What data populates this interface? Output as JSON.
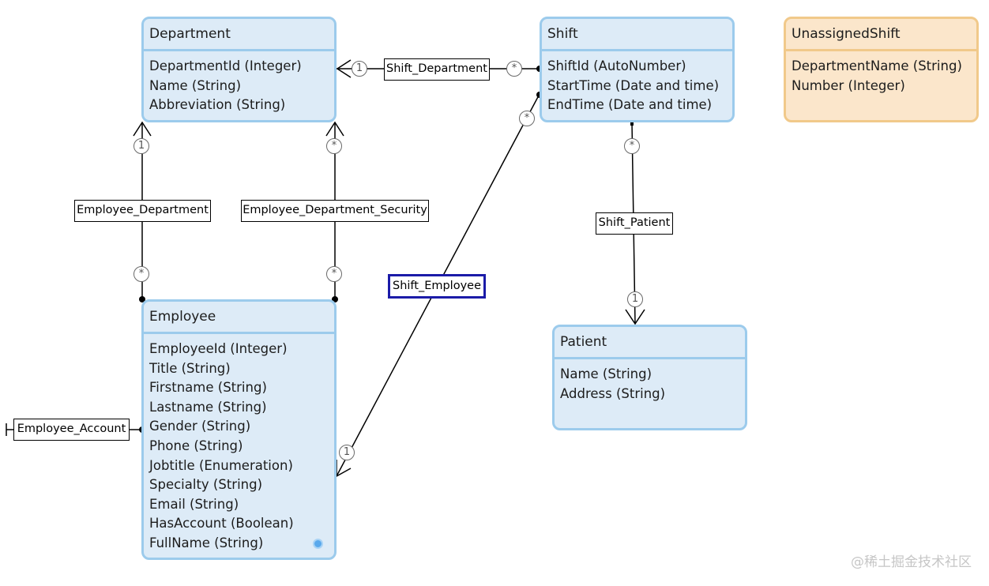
{
  "entities": {
    "department": {
      "title": "Department",
      "attributes": [
        "DepartmentId (Integer)",
        "Name (String)",
        "Abbreviation (String)"
      ]
    },
    "shift": {
      "title": "Shift",
      "attributes": [
        "ShiftId (AutoNumber)",
        "StartTime (Date and time)",
        "EndTime (Date and time)"
      ]
    },
    "unassigned_shift": {
      "title": "UnassignedShift",
      "attributes": [
        "DepartmentName (String)",
        "Number (Integer)"
      ]
    },
    "employee": {
      "title": "Employee",
      "attributes": [
        "EmployeeId (Integer)",
        "Title (String)",
        "Firstname (String)",
        "Lastname (String)",
        "Gender (String)",
        "Phone (String)",
        "Jobtitle (Enumeration)",
        "Specialty (String)",
        "Email (String)",
        "HasAccount (Boolean)",
        "FullName (String)"
      ]
    },
    "patient": {
      "title": "Patient",
      "attributes": [
        "Name (String)",
        "Address (String)"
      ]
    }
  },
  "associations": {
    "shift_department": {
      "name": "Shift_Department",
      "from_mult": "*",
      "to_mult": "1"
    },
    "employee_department": {
      "name": "Employee_Department",
      "from_mult": "*",
      "to_mult": "1"
    },
    "employee_department_security": {
      "name": "Employee_Department_Security",
      "from_mult": "*",
      "to_mult": "*"
    },
    "shift_employee": {
      "name": "Shift_Employee",
      "from_mult": "*",
      "to_mult": "1"
    },
    "shift_patient": {
      "name": "Shift_Patient",
      "from_mult": "*",
      "to_mult": "1"
    },
    "employee_account": {
      "name": "Employee_Account"
    }
  },
  "colors": {
    "entity_fill": "#ddebf7",
    "entity_border": "#9ccbec",
    "non_persistent_fill": "#fbe6cb",
    "non_persistent_border": "#f1c98a",
    "selected_border": "#1b1ba8",
    "more_indicator": "#5aa9ec"
  },
  "watermark": "@稀土掘金技术社区"
}
